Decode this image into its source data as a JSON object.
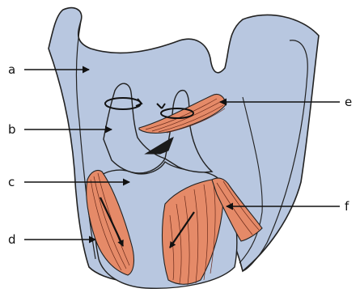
{
  "diagram": {
    "labels": {
      "a": "a",
      "b": "b",
      "c": "c",
      "d": "d",
      "e": "e",
      "f": "f"
    }
  },
  "colors": {
    "cartilage": "#b8c7e0",
    "muscle": "#e58a68",
    "outline": "#222222",
    "dark": "#1b1b1b"
  }
}
